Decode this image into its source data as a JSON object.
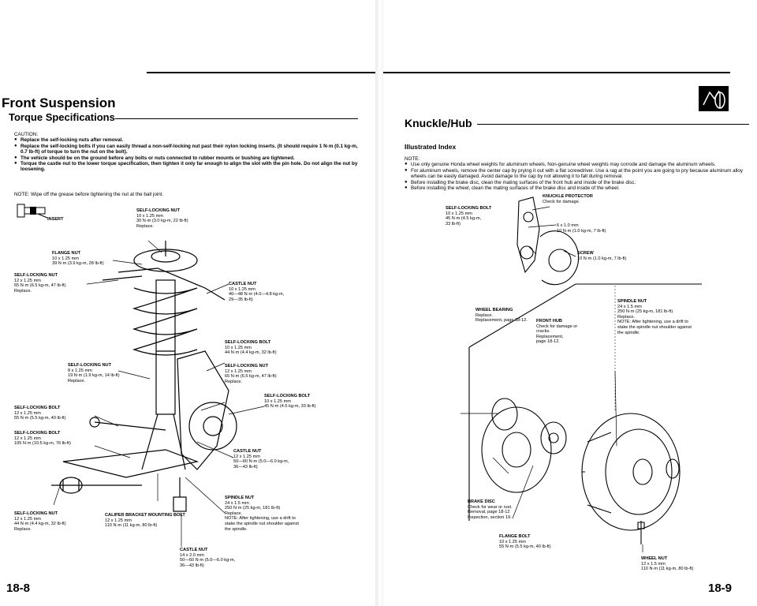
{
  "left": {
    "title": "Front Suspension",
    "subtitle": "Torque Specifications",
    "caution_label": "CAUTION:",
    "caution_items": [
      "Replace the self-locking nuts after removal.",
      "Replace the self-locking bolts if you can easily thread a non-self-locking nut past their nylon locking inserts. (It should require 1 N·m (0.1 kg-m, 0.7 lb-ft) of torque to turn the nut on the bolt).",
      "The vehicle should be on the ground before any bolts or nuts connected to rubber mounts or bushing are tightened.",
      "Torque the castle nut to the lower torque specification, then tighten it only far enough to align the slot with the pin hole. Do not align the nut by loosening."
    ],
    "note": "NOTE: Wipe off the grease before tightening the nut at the ball joint.",
    "insert_label": "INSERT",
    "page_number": "18-8",
    "callouts": [
      {
        "title": "SELF-LOCKING NUT",
        "lines": [
          "10 x 1.25 mm",
          "30 N·m (3.0 kg-m, 22 lb-ft)",
          "Replace."
        ]
      },
      {
        "title": "FLANGE NUT",
        "lines": [
          "10 x 1.25 mm",
          "39 N·m (3.9 kg-m, 28 lb-ft)"
        ]
      },
      {
        "title": "SELF-LOCKING NUT",
        "lines": [
          "12 x 1.25 mm",
          "65 N·m (6.5 kg-m, 47 lb-ft)",
          "Replace."
        ]
      },
      {
        "title": "CASTLE NUT",
        "lines": [
          "10 x 1.25 mm",
          "40—48 N·m (4.0—4.8 kg-m,",
          "29—35 lb-ft)"
        ]
      },
      {
        "title": "SELF-LOCKING BOLT",
        "lines": [
          "10 x 1.25 mm",
          "44 N·m (4.4 kg-m, 32 lb-ft)"
        ]
      },
      {
        "title": "SELF-LOCKING NUT",
        "lines": [
          "8 x 1.25 mm",
          "19 N·m (1.9 kg-m, 14 lb-ft)",
          "Replace."
        ]
      },
      {
        "title": "SELF-LOCKING NUT",
        "lines": [
          "12 x 1.25 mm",
          "65 N·m (6.5 kg-m, 47 lb-ft)",
          "Replace."
        ]
      },
      {
        "title": "SELF-LOCKING BOLT",
        "lines": [
          "10 x 1.25 mm",
          "45 N·m (4.5 kg-m, 33 lb-ft)"
        ]
      },
      {
        "title": "SELF-LOCKING BOLT",
        "lines": [
          "12 x 1.25 mm",
          "55 N·m (5.5 kg-m, 40 lb-ft)"
        ]
      },
      {
        "title": "SELF-LOCKING BOLT",
        "lines": [
          "12 x 1.25 mm",
          "105 N·m (10.5 kg-m, 76 lb-ft)"
        ]
      },
      {
        "title": "CASTLE NUT",
        "lines": [
          "12 x 1.25 mm",
          "50—60 N·m (5.0—6.0 kg-m,",
          "36—43 lb-ft)"
        ]
      },
      {
        "title": "SPINDLE NUT",
        "lines": [
          "24 x 1.5 mm",
          "250 N·m (25 kg-m, 181 lb-ft)",
          "Replace.",
          "NOTE: After tightening, use a drift to",
          "stake the spindle nut shoulder against",
          "the spindle."
        ]
      },
      {
        "title": "SELF-LOCKING NUT",
        "lines": [
          "12 x 1.25 mm",
          "44 N·m (4.4 kg-m, 32 lb-ft)",
          "Replace."
        ]
      },
      {
        "title": "CALIPER BRACKET MOUNTING BOLT",
        "lines": [
          "12 x 1.25 mm",
          "110 N·m (11 kg-m, 80 lb-ft)"
        ]
      },
      {
        "title": "CASTLE NUT",
        "lines": [
          "14 x 2.0 mm",
          "50—60 N·m (5.0—6.0 kg-m,",
          "36—43 lb-ft)"
        ]
      }
    ]
  },
  "right": {
    "title": "Knuckle/Hub",
    "index_title": "Illustrated Index",
    "note_label": "NOTE:",
    "note_items": [
      "Use only genuine Honda wheel weights for aluminum wheels. Non-genuine wheel weights may corrode and damage the aluminum wheels.",
      "For aluminum wheels, remove the center cap by prying it out with a flat screwdriver. Use a rag at the point you are going to pry because aluminum alloy wheels can be easily damaged. Avoid damage to the cap by not allowing it to fall during removal.",
      "Before installing the brake disc, clean the mating surfaces of the front hub and inside of the brake disc.",
      "Before installing the wheel, clean the mating surfaces of the brake disc and inside of the wheel."
    ],
    "page_number": "18-9",
    "callouts": [
      {
        "title": "KNUCKLE PROTECTOR",
        "lines": [
          "Check for damage."
        ]
      },
      {
        "title": "SELF-LOCKING BOLT",
        "lines": [
          "10 x 1.25 mm",
          "45 N·m (4.5 kg-m,",
          "33 lb-ft)"
        ]
      },
      {
        "title": "",
        "lines": [
          "6 x 1.0 mm",
          "10 N·m (1.0 kg-m, 7 lb-ft)"
        ]
      },
      {
        "title": "SCREW",
        "lines": [
          "10 N·m (1.0 kg-m, 7 lb-ft)"
        ]
      },
      {
        "title": "WHEEL BEARING",
        "lines": [
          "Replace.",
          "Replacement, page 18-12."
        ]
      },
      {
        "title": "FRONT HUB",
        "lines": [
          "Check for damage or",
          "cracks.",
          "Replacement,",
          "page 18-12."
        ]
      },
      {
        "title": "SPINDLE NUT",
        "lines": [
          "24 x 1.5 mm",
          "250 N·m (25 kg-m, 181 lb-ft)",
          "Replace.",
          "NOTE: After tightening, use a drift to",
          "stake the spindle nut shoulder against",
          "the spindle."
        ]
      },
      {
        "title": "BRAKE DISC",
        "lines": [
          "Check for wear or rust.",
          "Removal, page 18-12",
          "Inspection, section 19."
        ]
      },
      {
        "title": "FLANGE BOLT",
        "lines": [
          "10 x 1.25 mm",
          "55 N·m (5.5 kg-m, 40 lb-ft)"
        ]
      },
      {
        "title": "WHEEL NUT",
        "lines": [
          "12 x 1.5 mm",
          "110 N·m (11 kg-m, 80 lb-ft)"
        ]
      }
    ]
  }
}
